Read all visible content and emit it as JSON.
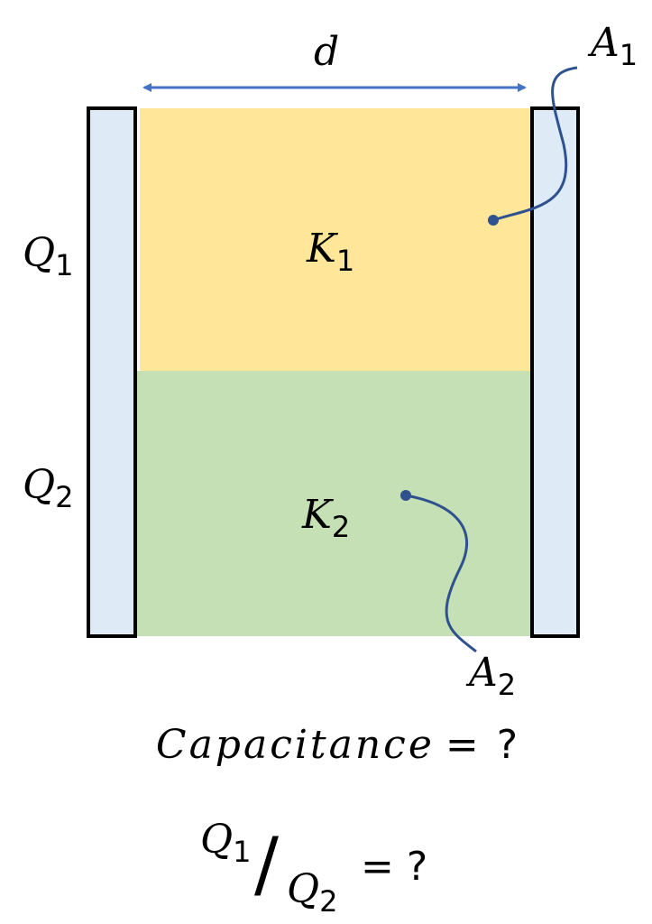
{
  "labels": {
    "distance": "d",
    "area_1": "A",
    "area_1_sub": "1",
    "area_2": "A",
    "area_2_sub": "2",
    "charge_1": "Q",
    "charge_1_sub": "1",
    "charge_2": "Q",
    "charge_2_sub": "2",
    "dielectric_1": "K",
    "dielectric_1_sub": "1",
    "dielectric_2": "K",
    "dielectric_2_sub": "2"
  },
  "questions": {
    "capacitance": "Capacitance",
    "capacitance_eq": "= ?",
    "ratio_num": "Q",
    "ratio_num_sub": "1",
    "ratio_slash": "/",
    "ratio_den": "Q",
    "ratio_den_sub": "2",
    "ratio_eq": "= ?"
  },
  "colors": {
    "plate": "#DEEBF7",
    "dielectric_1": "#FFE699",
    "dielectric_2": "#C5E0B4",
    "arrow": "#4472C4",
    "leader": "#2F528F"
  }
}
